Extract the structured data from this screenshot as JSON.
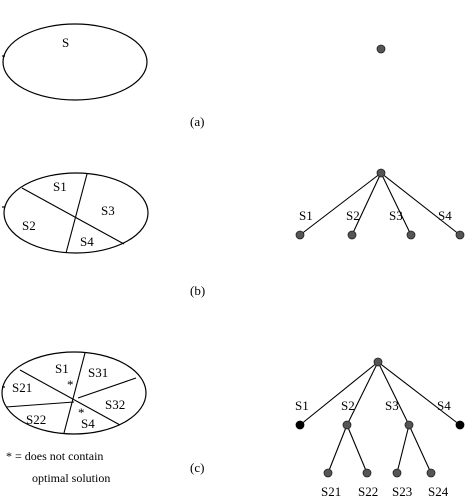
{
  "panel_a": {
    "region_label": "S",
    "caption": "(a)"
  },
  "panel_b": {
    "region_labels": [
      "S1",
      "S2",
      "S3",
      "S4"
    ],
    "tree_labels": [
      "S1",
      "S2",
      "S3",
      "S4"
    ],
    "caption": "(b)"
  },
  "panel_c": {
    "region_labels": [
      "S1",
      "S21",
      "S31",
      "S32",
      "S22",
      "S4"
    ],
    "asterisk": "*",
    "tree_top_labels": [
      "S1",
      "S2",
      "S3",
      "S4"
    ],
    "tree_leaf_labels": [
      "S21",
      "S22",
      "S23",
      "S24"
    ],
    "legend_line1": "* = does not contain",
    "legend_line2": "optimal solution",
    "caption": "(c)"
  }
}
